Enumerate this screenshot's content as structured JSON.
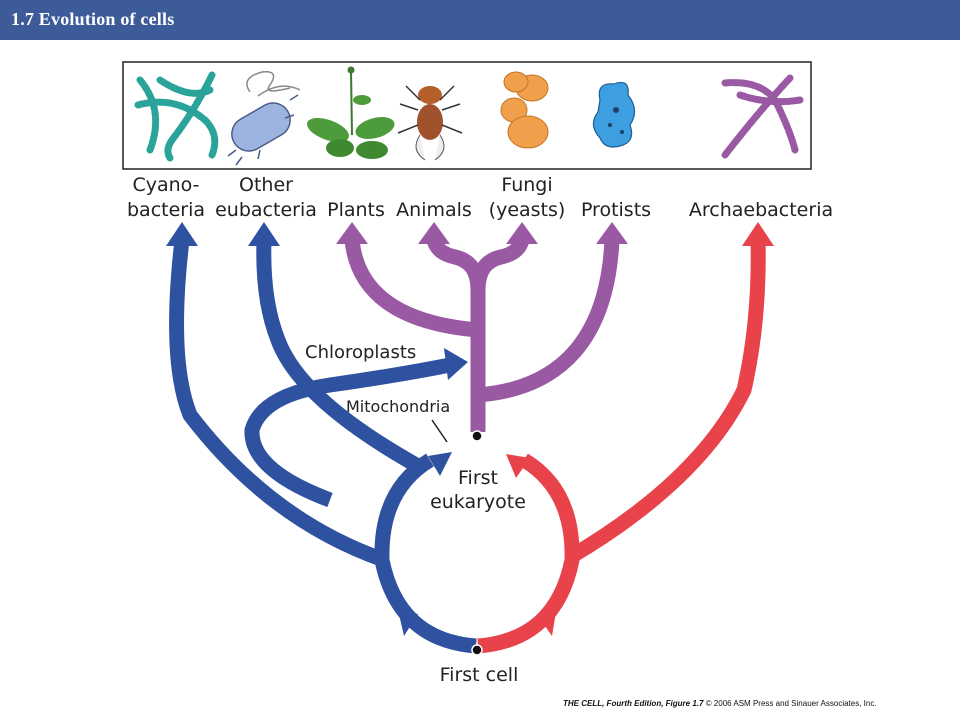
{
  "header": {
    "title": "1.7  Evolution of cells"
  },
  "organism_labels": {
    "cyanobacteria": [
      "Cyano-",
      "bacteria"
    ],
    "other_eubacteria": [
      "Other",
      "eubacteria"
    ],
    "plants": "Plants",
    "animals": "Animals",
    "fungi": [
      "Fungi",
      "(yeasts)"
    ],
    "protists": "Protists",
    "archaebacteria": "Archaebacteria"
  },
  "annotations": {
    "chloroplasts": "Chloroplasts",
    "mitochondria": "Mitochondria",
    "first_eukaryote": [
      "First",
      "eukaryote"
    ],
    "first_cell": "First cell"
  },
  "caption": {
    "source": "THE CELL, Fourth Edition, Figure 1.7",
    "copyright": "© 2006 ASM Press and Sinauer Associates, Inc."
  },
  "colors": {
    "title_bar": "#3e5b99",
    "eubacteria_branch": "#2f52a0",
    "eukaryote_branch": "#9a5aa3",
    "archaebacteria_branch": "#e8424a"
  }
}
